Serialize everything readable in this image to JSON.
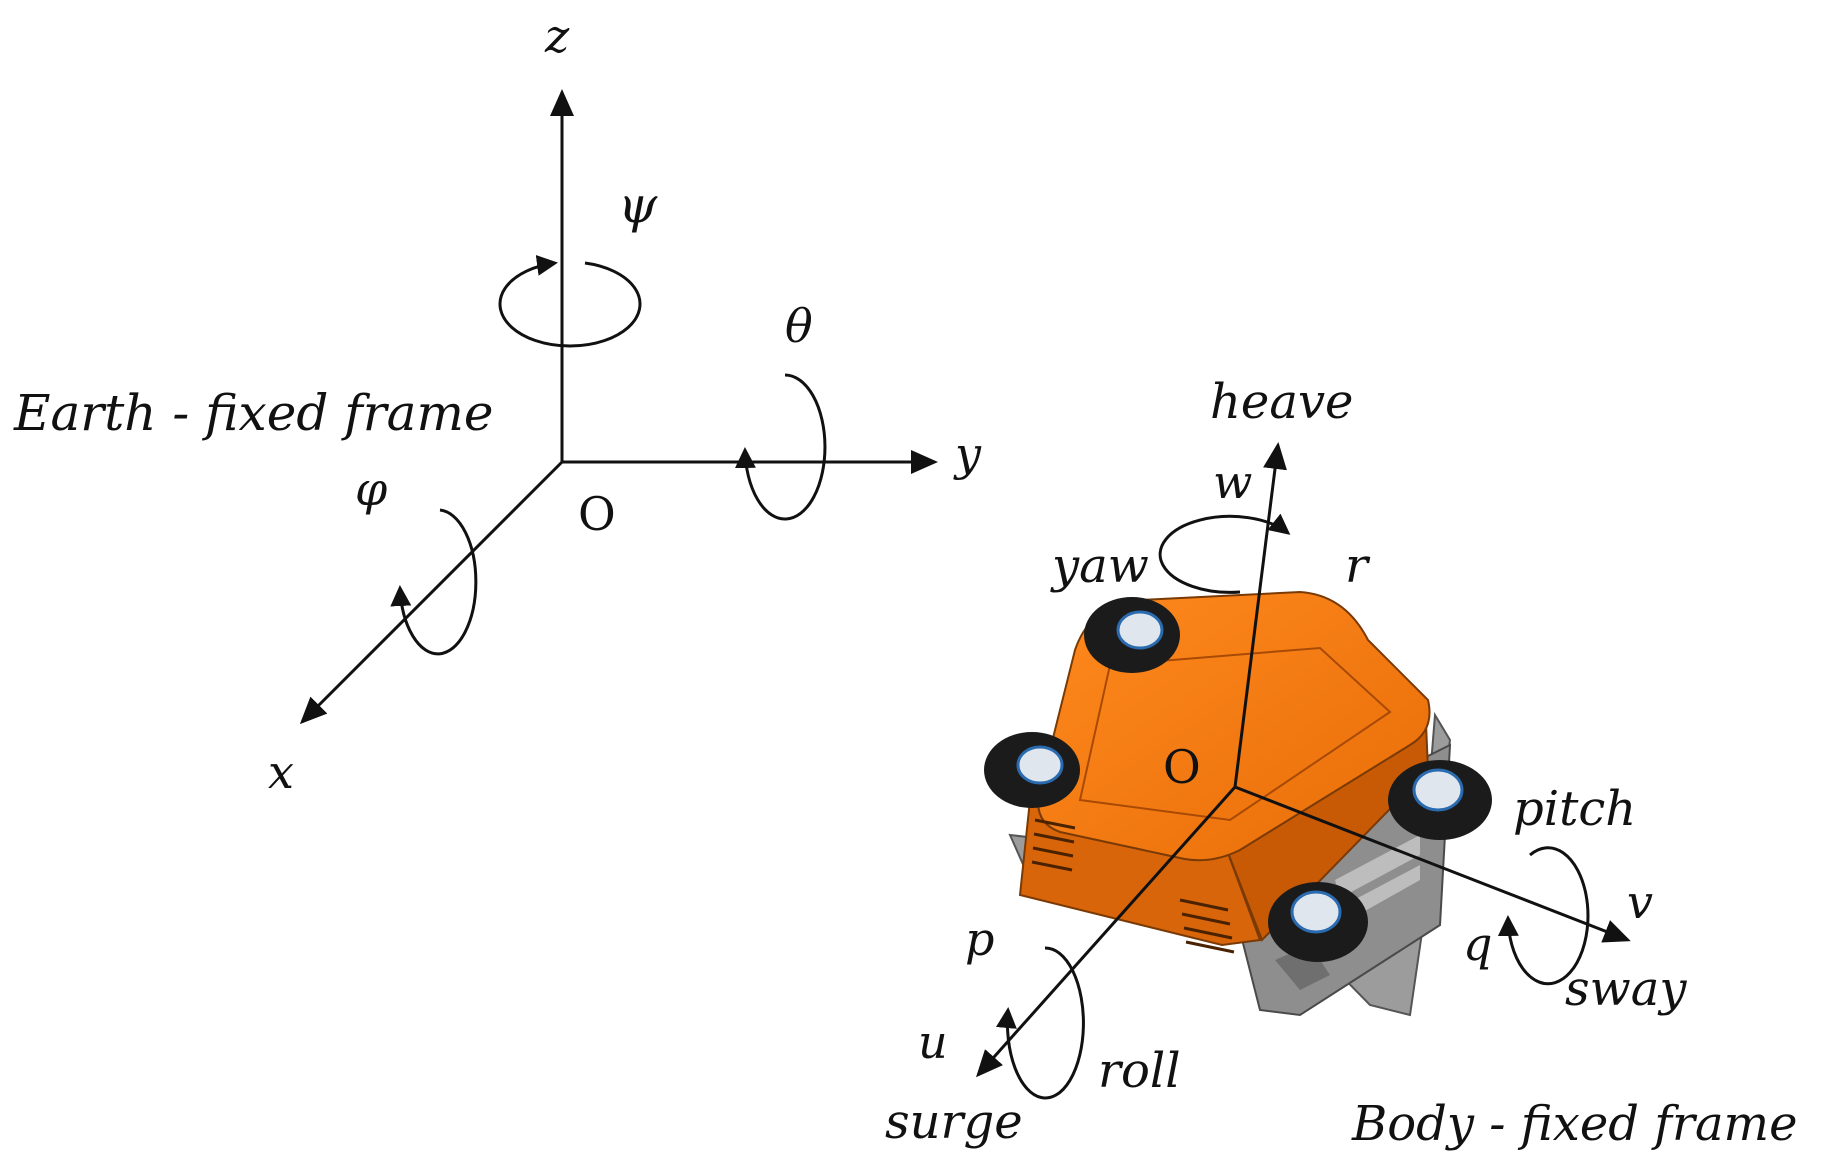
{
  "earth_frame": {
    "title": "Earth - fixed frame",
    "origin": "O",
    "axes": {
      "z": "z",
      "y": "y",
      "x": "x"
    },
    "rotations": {
      "about_z": "ψ",
      "about_y": "θ",
      "about_x": "φ"
    }
  },
  "body_frame": {
    "title": "Body - fixed frame",
    "origin": "O",
    "vertical": {
      "motion": "heave",
      "velocity": "w",
      "rotation": "yaw",
      "rate": "r"
    },
    "lateral": {
      "motion": "sway",
      "velocity": "v",
      "rotation": "pitch",
      "rate": "q"
    },
    "longitudinal": {
      "motion": "surge",
      "velocity": "u",
      "rotation": "roll",
      "rate": "p"
    }
  },
  "colors": {
    "vehicle_body": "#F07812",
    "vehicle_body_dark": "#C95A05",
    "thruster": "#1B1B1B",
    "frame_metal": "#9C9C9C",
    "ink": "#111111"
  },
  "icons": [
    "rotation-arrow-icon",
    "underwater-rov-vehicle"
  ]
}
